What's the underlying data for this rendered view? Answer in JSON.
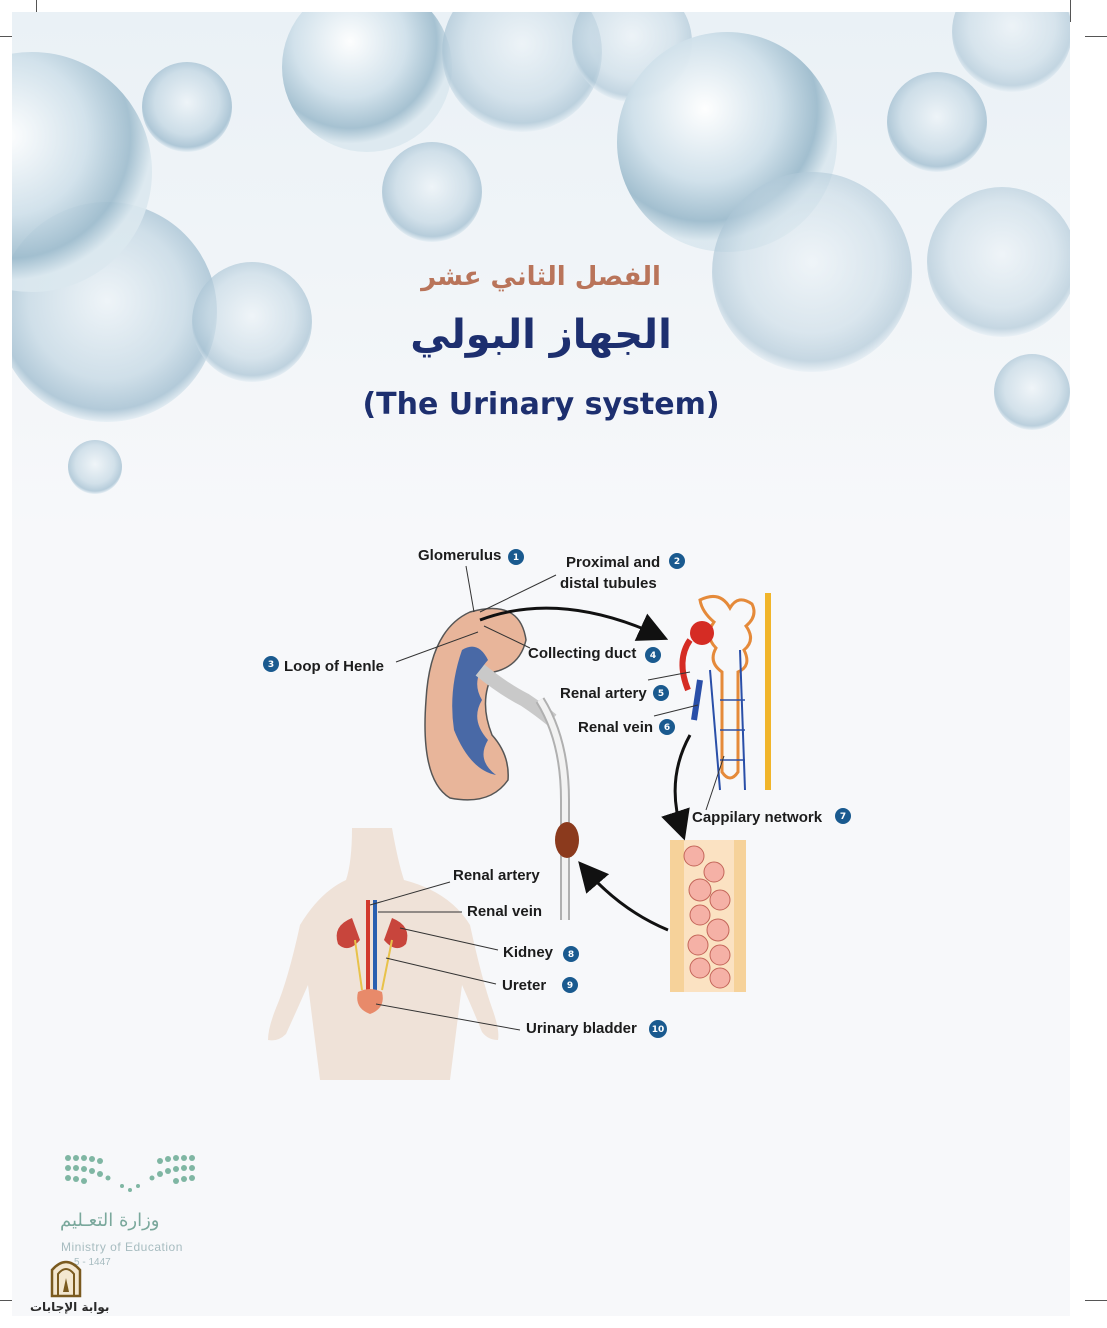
{
  "header": {
    "chapter": "الفصل الثاني عشر",
    "unit_title_ar": "الجهاز البولي",
    "unit_title_en": "(The Urinary system)"
  },
  "diagram": {
    "labels": [
      {
        "id": "glomerulus",
        "text": "Glomerulus",
        "number": "1"
      },
      {
        "id": "tubules-1",
        "text": "Proximal and",
        "number": "2"
      },
      {
        "id": "tubules-2",
        "text": "distal tubules"
      },
      {
        "id": "loop",
        "text": "Loop of Henle",
        "number": "3"
      },
      {
        "id": "duct",
        "text": "Collecting duct",
        "number": "4"
      },
      {
        "id": "artery",
        "text": "Renal artery",
        "number": "5"
      },
      {
        "id": "vein",
        "text": "Renal vein",
        "number": "6"
      },
      {
        "id": "capillary",
        "text": "Cappilary network",
        "number": "7"
      },
      {
        "id": "artery-body",
        "text": "Renal artery"
      },
      {
        "id": "vein-body",
        "text": "Renal vein"
      },
      {
        "id": "kidney",
        "text": "Kidney",
        "number": "8"
      },
      {
        "id": "ureter",
        "text": "Ureter",
        "number": "9"
      },
      {
        "id": "bladder",
        "text": "Urinary bladder",
        "number": "10"
      }
    ]
  },
  "footer": {
    "ministry_ar": "وزارة التعـليم",
    "ministry_en": "Ministry of Education",
    "year": "5 - 1447",
    "portal": "بوابة الإجابات"
  },
  "colors": {
    "title_blue": "#1d2f6f",
    "chapter_brown": "#b9745a",
    "badge_blue": "#1a5a8f"
  }
}
